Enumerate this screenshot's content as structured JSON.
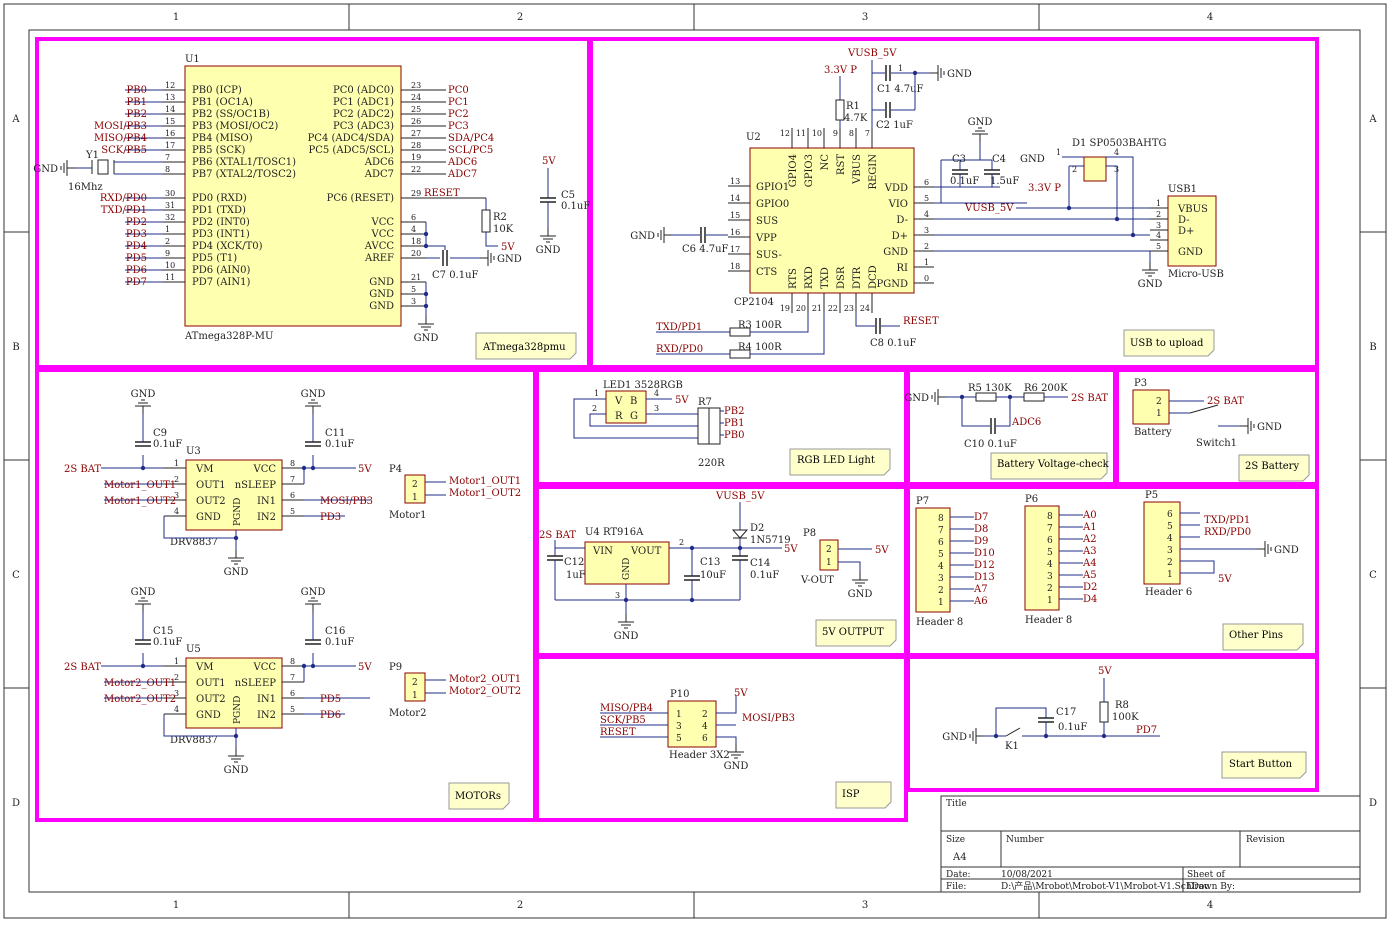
{
  "frame": {
    "cols": [
      "1",
      "2",
      "3",
      "4"
    ],
    "rows": [
      "A",
      "B",
      "C",
      "D"
    ]
  },
  "title_block": {
    "title_label": "Title",
    "size_label": "Size",
    "size_value": "A4",
    "number_label": "Number",
    "revision_label": "Revision",
    "date_label": "Date:",
    "date_value": "10/08/2021",
    "sheet_label": "Sheet   of",
    "file_label": "File:",
    "file_value": "D:\\产品\\Mrobot\\Mrobot-V1\\Mrobot-V1.SchDoc",
    "drawn_label": "Drawn By:"
  },
  "sections": {
    "atmega": "ATmega328pmu",
    "usb": "USB to upload",
    "rgb": "RGB LED Light",
    "battery_check": "Battery Voltage-check",
    "battery": "2S Battery",
    "motors": "MOTORs",
    "out5v": "5V OUTPUT",
    "other": "Other Pins",
    "isp": "ISP",
    "start": "Start Button"
  },
  "u1": {
    "designator": "U1",
    "part": "ATmega328P-MU",
    "left_pins": [
      {
        "num": "12",
        "name": "PB0 (ICP)",
        "net": "PB0"
      },
      {
        "num": "13",
        "name": "PB1 (OC1A)",
        "net": "PB1"
      },
      {
        "num": "14",
        "name": "PB2 (SS/OC1B)",
        "net": "PB2"
      },
      {
        "num": "15",
        "name": "PB3 (MOSI/OC2)",
        "net": "MOSI/PB3"
      },
      {
        "num": "16",
        "name": "PB4 (MISO)",
        "net": "MISO/PB4"
      },
      {
        "num": "17",
        "name": "PB5 (SCK)",
        "net": "SCK/PB5"
      },
      {
        "num": "7",
        "name": "PB6 (XTAL1/TOSC1)",
        "net": ""
      },
      {
        "num": "8",
        "name": "PB7 (XTAL2/TOSC2)",
        "net": ""
      },
      {
        "num": "30",
        "name": "PD0 (RXD)",
        "net": "RXD/PD0"
      },
      {
        "num": "31",
        "name": "PD1 (TXD)",
        "net": "TXD/PD1"
      },
      {
        "num": "32",
        "name": "PD2 (INT0)",
        "net": "PD2"
      },
      {
        "num": "1",
        "name": "PD3 (INT1)",
        "net": "PD3"
      },
      {
        "num": "2",
        "name": "PD4 (XCK/T0)",
        "net": "PD4"
      },
      {
        "num": "9",
        "name": "PD5 (T1)",
        "net": "PD5"
      },
      {
        "num": "10",
        "name": "PD6 (AIN0)",
        "net": "PD6"
      },
      {
        "num": "11",
        "name": "PD7 (AIN1)",
        "net": "PD7"
      }
    ],
    "right_pins": [
      {
        "num": "23",
        "name": "PC0 (ADC0)",
        "net": "PC0"
      },
      {
        "num": "24",
        "name": "PC1 (ADC1)",
        "net": "PC1"
      },
      {
        "num": "25",
        "name": "PC2 (ADC2)",
        "net": "PC2"
      },
      {
        "num": "26",
        "name": "PC3 (ADC3)",
        "net": "PC3"
      },
      {
        "num": "27",
        "name": "PC4 (ADC4/SDA)",
        "net": "SDA/PC4"
      },
      {
        "num": "28",
        "name": "PC5 (ADC5/SCL)",
        "net": "SCL/PC5"
      },
      {
        "num": "19",
        "name": "ADC6",
        "net": "ADC6"
      },
      {
        "num": "22",
        "name": "ADC7",
        "net": "ADC7"
      }
    ],
    "reset_name": "PC6 (RESET)",
    "reset_num": "29",
    "reset_net": "RESET",
    "power_pins": [
      {
        "num": "6",
        "name": "VCC"
      },
      {
        "num": "4",
        "name": "VCC"
      },
      {
        "num": "18",
        "name": "AVCC"
      },
      {
        "num": "20",
        "name": "AREF"
      },
      {
        "num": "21",
        "name": "GND"
      },
      {
        "num": "5",
        "name": "GND"
      },
      {
        "num": "3",
        "name": "GND"
      }
    ]
  },
  "crystal": {
    "designator": "Y1",
    "value": "16Mhz"
  },
  "r2": {
    "designator": "R2",
    "value": "10K"
  },
  "c7": {
    "designator": "C7",
    "value": "0.1uF"
  },
  "c5": {
    "designator": "C5",
    "value": "0.1uF"
  },
  "u2": {
    "designator": "U2",
    "part": "CP2104",
    "left_pins": [
      {
        "num": "13",
        "name": "GPIO1"
      },
      {
        "num": "14",
        "name": "GPIO0"
      },
      {
        "num": "15",
        "name": "SUS"
      },
      {
        "num": "16",
        "name": "VPP"
      },
      {
        "num": "17",
        "name": "SUS-"
      },
      {
        "num": "18",
        "name": "CTS"
      }
    ],
    "right_pins": [
      {
        "num": "6",
        "name": "VDD"
      },
      {
        "num": "5",
        "name": "VIO"
      },
      {
        "num": "4",
        "name": "D-"
      },
      {
        "num": "3",
        "name": "D+"
      },
      {
        "num": "2",
        "name": "GND"
      },
      {
        "num": "1",
        "name": "RI"
      },
      {
        "num": "0",
        "name": "PGND"
      }
    ],
    "top_pins": [
      {
        "num": "12",
        "name": "GPIO4"
      },
      {
        "num": "11",
        "name": "GPIO3"
      },
      {
        "num": "10",
        "name": "NC"
      },
      {
        "num": "9",
        "name": "RST"
      },
      {
        "num": "8",
        "name": "VBUS"
      },
      {
        "num": "7",
        "name": "REGIN"
      }
    ],
    "bottom_pins": [
      {
        "num": "19",
        "name": "RTS"
      },
      {
        "num": "20",
        "name": "RXD"
      },
      {
        "num": "21",
        "name": "TXD"
      },
      {
        "num": "22",
        "name": "DSR"
      },
      {
        "num": "23",
        "name": "DTR"
      },
      {
        "num": "24",
        "name": "DCD"
      }
    ]
  },
  "usb_parts": {
    "vusb": "VUSB_5V",
    "v33": "3.3V P",
    "r1": "R1",
    "r1_val": "4.7K",
    "c1": "C1",
    "c1_val": "4.7uF",
    "c2": "C2",
    "c2_val": "1uF",
    "c3": "C3",
    "c3_val": "0.1uF",
    "c4": "C4",
    "c4_val": "1.5uF",
    "c6": "C6",
    "c6_val": "4.7uF",
    "c8": "C8",
    "c8_val": "0.1uF",
    "r3": "R3",
    "r3_val": "100R",
    "r4": "R4",
    "r4_val": "100R",
    "txd": "TXD/PD1",
    "rxd": "RXD/PD0",
    "reset": "RESET",
    "d1": "D1",
    "d1_part": "SP0503BAHTG",
    "usb1": "USB1",
    "usb1_part": "Micro-USB",
    "usb_pins": [
      {
        "num": "1",
        "name": "VBUS"
      },
      {
        "num": "2",
        "name": "D-"
      },
      {
        "num": "3",
        "name": "D+"
      },
      {
        "num": "4",
        "name": ""
      },
      {
        "num": "5",
        "name": "GND"
      }
    ]
  },
  "rgb": {
    "led": "LED1",
    "led_part": "3528RGB",
    "pin_labels": [
      "V",
      "B",
      "R",
      "G"
    ],
    "r7": "R7",
    "r7_val": "220R",
    "nets": [
      "PB2",
      "PB1",
      "PB0"
    ],
    "v5": "5V"
  },
  "batt_check": {
    "r5": "R5",
    "r5_val": "130K",
    "r6": "R6",
    "r6_val": "200K",
    "c10": "C10",
    "c10_val": "0.1uF",
    "adc": "ADC6",
    "bat": "2S BAT"
  },
  "battery": {
    "p3": "P3",
    "p3_part": "Battery",
    "sw": "Switch1",
    "bat": "2S BAT"
  },
  "motor1": {
    "u": "U3",
    "part": "DRV8837",
    "c9": "C9",
    "c9_val": "0.1uF",
    "c11": "C11",
    "c11_val": "0.1uF",
    "bat": "2S BAT",
    "out1": "Motor1_OUT1",
    "out2": "Motor1_OUT2",
    "in1": "MOSI/PB3",
    "in2": "PD3",
    "p": "P4",
    "p_part": "Motor1"
  },
  "motor2": {
    "u": "U5",
    "part": "DRV8837",
    "c9": "C15",
    "c9_val": "0.1uF",
    "c11": "C16",
    "c11_val": "0.1uF",
    "bat": "2S BAT",
    "out1": "Motor2_OUT1",
    "out2": "Motor2_OUT2",
    "in1": "PD5",
    "in2": "PD6",
    "p": "P9",
    "p_part": "Motor2"
  },
  "drv_pins": {
    "left": [
      "VM",
      "OUT1",
      "OUT2",
      "GND"
    ],
    "right": [
      "VCC",
      "nSLEEP",
      "IN1",
      "IN2"
    ],
    "left_num": [
      "1",
      "2",
      "3",
      "4"
    ],
    "right_num": [
      "8",
      "7",
      "6",
      "5"
    ],
    "pgnd": "PGND"
  },
  "reg": {
    "u": "U4",
    "part": "RT916A",
    "vin": "VIN",
    "vout": "VOUT",
    "gnd": "GND",
    "c12": "C12",
    "c12_val": "1uF",
    "c13": "C13",
    "c13_val": "10uF",
    "c14": "C14",
    "c14_val": "0.1uF",
    "d2": "D2",
    "d2_part": "1N5719",
    "vusb": "VUSB_5V",
    "bat": "2S BAT",
    "p8": "P8",
    "p8_part": "V-OUT"
  },
  "isp": {
    "p10": "P10",
    "part": "Header 3X2",
    "left": [
      "MISO/PB4",
      "SCK/PB5",
      "RESET"
    ],
    "right": [
      "5V",
      "MOSI/PB3",
      "GND"
    ],
    "pins_left": [
      "1",
      "3",
      "5"
    ],
    "pins_right": [
      "2",
      "4",
      "6"
    ]
  },
  "headers": {
    "p7": "P7",
    "p7_part": "Header 8",
    "p7_nets": [
      "D7",
      "D8",
      "D9",
      "D10",
      "D12",
      "D13",
      "A7",
      "A6"
    ],
    "p6": "P6",
    "p6_part": "Header 8",
    "p6_nets": [
      "A0",
      "A1",
      "A2",
      "A3",
      "A4",
      "A5",
      "D2",
      "D4"
    ],
    "p5": "P5",
    "p5_part": "Header 6",
    "p5_nets": [
      "TXD/PD1",
      "RXD/PD0",
      "GND",
      "",
      "",
      "5V"
    ],
    "pin8": [
      "8",
      "7",
      "6",
      "5",
      "4",
      "3",
      "2",
      "1"
    ],
    "pin6": [
      "6",
      "5",
      "4",
      "3",
      "2",
      "1"
    ]
  },
  "start": {
    "v5": "5V",
    "r8": "R8",
    "r8_val": "100K",
    "c17": "C17",
    "c17_val": "0.1uF",
    "k1": "K1",
    "net": "PD7"
  },
  "common": {
    "gnd": "GND",
    "v5": "5V"
  }
}
